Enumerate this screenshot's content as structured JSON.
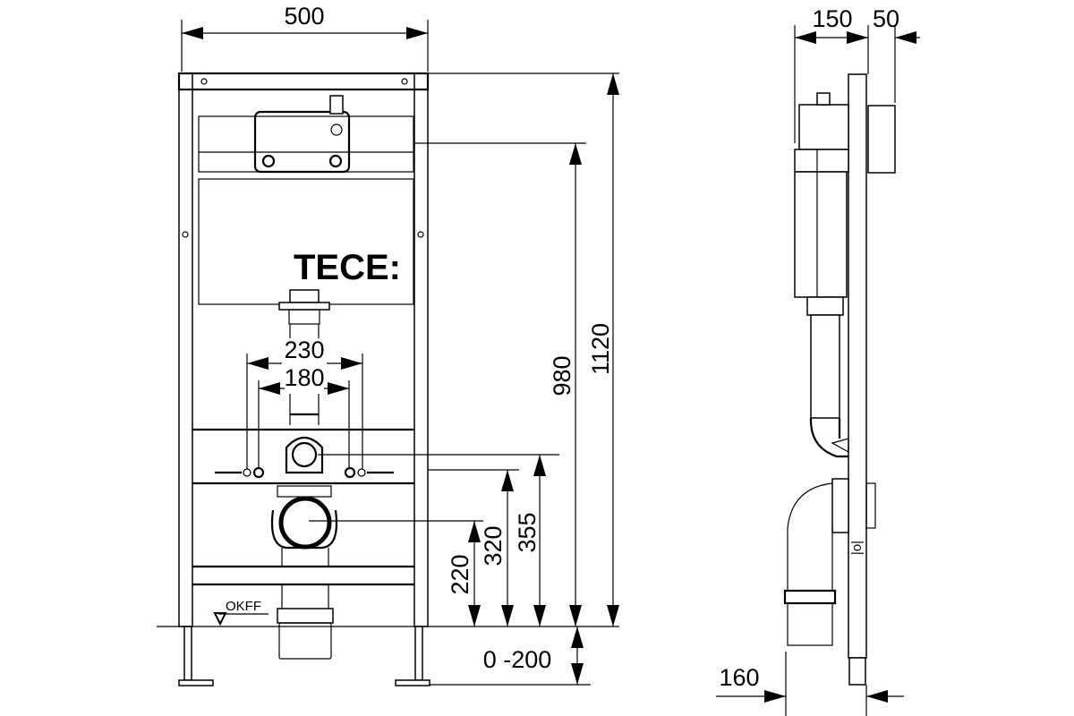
{
  "drawing": {
    "brand_logo": "TECE:",
    "floor_label": "OKFF",
    "front_view": {
      "width": "500",
      "total_height": "1120",
      "flush_height": "980",
      "height_355": "355",
      "height_320": "320",
      "height_220": "220",
      "floor_adjust": "0 -200",
      "bolt_spacing_outer": "230",
      "bolt_spacing_inner": "180"
    },
    "side_view": {
      "depth_150": "150",
      "depth_50": "50",
      "depth_160": "160"
    }
  }
}
